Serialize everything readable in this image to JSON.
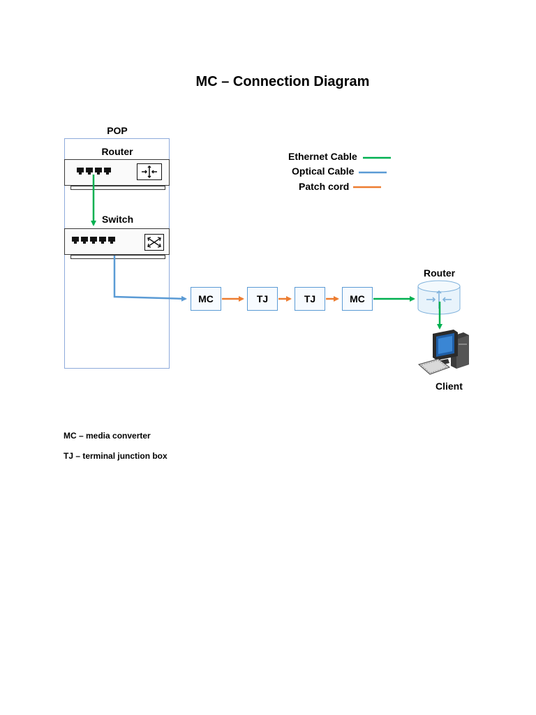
{
  "title": "MC – Connection Diagram",
  "pop": {
    "label": "POP",
    "router_label": "Router",
    "switch_label": "Switch"
  },
  "legend": {
    "ethernet": "Ethernet Cable",
    "optical": "Optical Cable",
    "patch": "Patch cord"
  },
  "colors": {
    "ethernet": "#00b050",
    "optical": "#5b9bd5",
    "patch": "#ed7d31"
  },
  "chain": [
    "MC",
    "TJ",
    "TJ",
    "MC"
  ],
  "client_side": {
    "router_label": "Router",
    "client_label": "Client"
  },
  "notes": [
    "MC – media converter",
    "TJ – terminal junction box"
  ]
}
